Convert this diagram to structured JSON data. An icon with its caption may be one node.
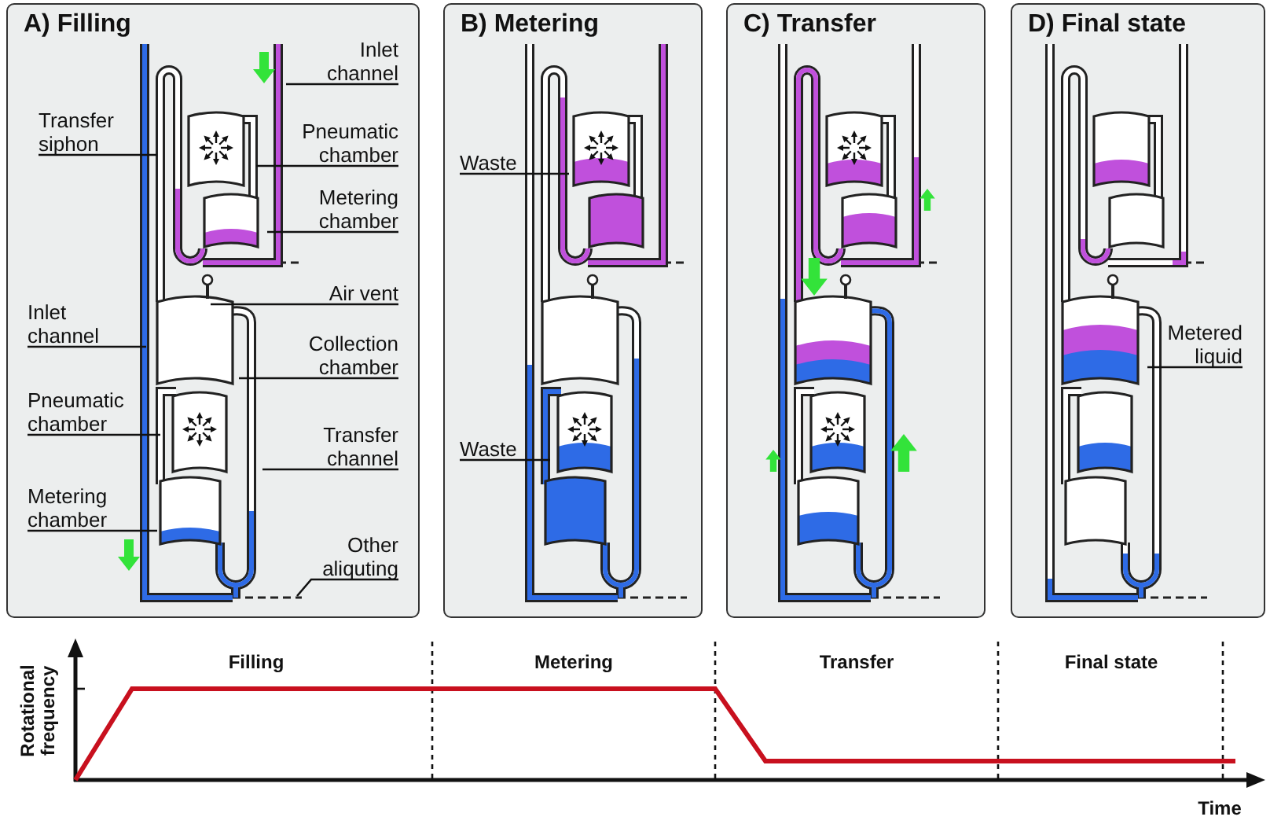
{
  "diagram": {
    "nodes": [
      {
        "text": [
          "A) Filling"
        ]
      },
      {
        "text": [
          "B) Metering"
        ]
      },
      {
        "text": [
          "C) Transfer"
        ]
      },
      {
        "text": [
          "D) Final state"
        ]
      },
      {
        "text": [
          "Inlet channel"
        ],
        "in": 0
      },
      {
        "text": [
          "Transfer siphon"
        ],
        "in": 0
      },
      {
        "text": [
          "Pneumatic chamber"
        ],
        "in": 0
      },
      {
        "text": [
          "Metering chamber"
        ],
        "in": 0
      },
      {
        "text": [
          "Air vent"
        ],
        "in": 0
      },
      {
        "text": [
          "Inlet channel"
        ],
        "in": 0
      },
      {
        "text": [
          "Collection chamber"
        ],
        "in": 0
      },
      {
        "text": [
          "Pneumatic chamber"
        ],
        "in": 0
      },
      {
        "text": [
          "Transfer channel"
        ],
        "in": 0
      },
      {
        "text": [
          "Metering chamber"
        ],
        "in": 0
      },
      {
        "text": [
          "Other aliquting"
        ],
        "in": 0
      },
      {
        "text": [
          "Waste"
        ],
        "in": 1
      },
      {
        "text": [
          "Waste"
        ],
        "in": 1
      },
      {
        "text": [
          "Metered liquid"
        ],
        "in": 3
      }
    ],
    "edges": [
      {
        "from": 4,
        "to": null,
        "arrow": "none"
      },
      {
        "from": 5,
        "to": null,
        "arrow": "none"
      },
      {
        "from": 6,
        "to": null,
        "arrow": "none"
      },
      {
        "from": 7,
        "to": null,
        "arrow": "none"
      },
      {
        "from": 8,
        "to": null,
        "arrow": "none"
      },
      {
        "from": 9,
        "to": null,
        "arrow": "none"
      },
      {
        "from": 10,
        "to": null,
        "arrow": "none"
      },
      {
        "from": 11,
        "to": null,
        "arrow": "none"
      },
      {
        "from": 12,
        "to": null,
        "arrow": "none"
      },
      {
        "from": 13,
        "to": null,
        "arrow": "none"
      },
      {
        "from": 14,
        "to": null,
        "arrow": "none"
      },
      {
        "from": 15,
        "to": null,
        "arrow": "none"
      },
      {
        "from": 16,
        "to": null,
        "arrow": "none"
      },
      {
        "from": 17,
        "to": null,
        "arrow": "none"
      }
    ],
    "labels": [
      "Filling",
      "Metering",
      "Transfer",
      "Final state",
      "Rotational frequency",
      "Time"
    ]
  }
}
